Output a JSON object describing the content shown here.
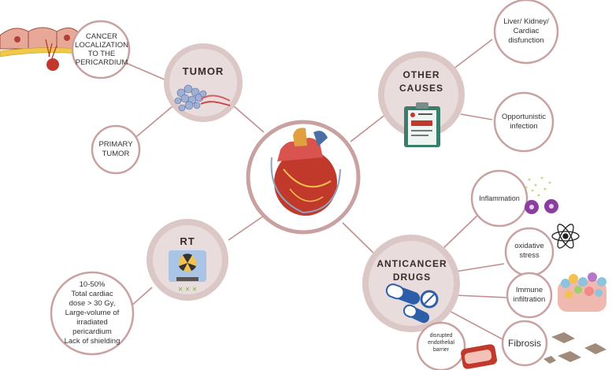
{
  "colors": {
    "line": "#c48e8e",
    "hub_fill": "#dcc7c7",
    "hub_inner": "#f2e9e9",
    "heart_red": "#c0392b",
    "drug_blue": "#2d5fa8"
  },
  "center": {
    "name": "heart"
  },
  "hubs": {
    "tumor": "TUMOR",
    "other": "OTHER\nCAUSES",
    "rt": "RT",
    "drugs": "ANTICANCER\nDRUGS"
  },
  "leaves": {
    "cancer_loc": "CANCER\nLOCALIZATION\nTO THE\nPERICARDIUM",
    "primary_tumor": "PRIMARY\nTUMOR",
    "liver": "Liver/ Kidney/\nCardiac\ndisfunction",
    "opportunistic": "Opportunistic\ninfection",
    "rt_detail": "10-50%\nTotal cardiac\ndose > 30 Gy,\nLarge-volume of\nirradiated\npericardium\nLack of shielding",
    "inflammation": "Inflammation",
    "oxidative": "oxidative\nstress",
    "immune": "Immune\ninfiltration",
    "fibrosis": "Fibrosis",
    "endothelial": "disrupted\nendothelial\nbarrier"
  }
}
